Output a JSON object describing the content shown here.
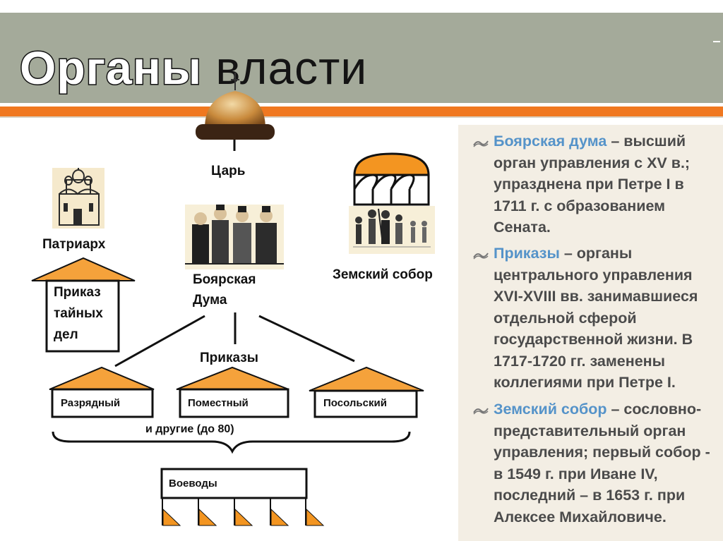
{
  "title": {
    "part1": "Органы",
    "part2": " власти"
  },
  "colors": {
    "orange": "#f07820",
    "header_bg": "#a4aa9a",
    "term_blue": "#5593c9",
    "panel_bg": "#f3eee4"
  },
  "diagram": {
    "tsar": "Царь",
    "patriarch": "Патриарх",
    "boyar_duma_1": "Боярская",
    "boyar_duma_2": "Дума",
    "zemsky_sobor": "Земский собор",
    "secret_prikaz_1": "Приказ",
    "secret_prikaz_2": "тайных",
    "secret_prikaz_3": "дел",
    "prikazy": "Приказы",
    "razryadny": "Разрядный",
    "pomestny": "Поместный",
    "posolsky": "Посольский",
    "others": "и другие (до 80)",
    "voevody": "Воеводы"
  },
  "panel": {
    "items": [
      {
        "term": "Боярская дума",
        "text": " – высший орган управления с XV в.; упразднена при Петре I в 1711 г. с образованием Сената."
      },
      {
        "term": "Приказы",
        "text": " – органы центрального управления XVI-XVIII вв. занимавшиеся отдельной сферой государственной жизни. В 1717-1720 гг. заменены коллегиями при Петре I."
      },
      {
        "term": "Земский собор",
        "text": " – сословно-представительный орган управления; первый собор - в 1549 г. при Иване IV, последний – в 1653 г. при Алексее Михайловиче."
      }
    ]
  }
}
